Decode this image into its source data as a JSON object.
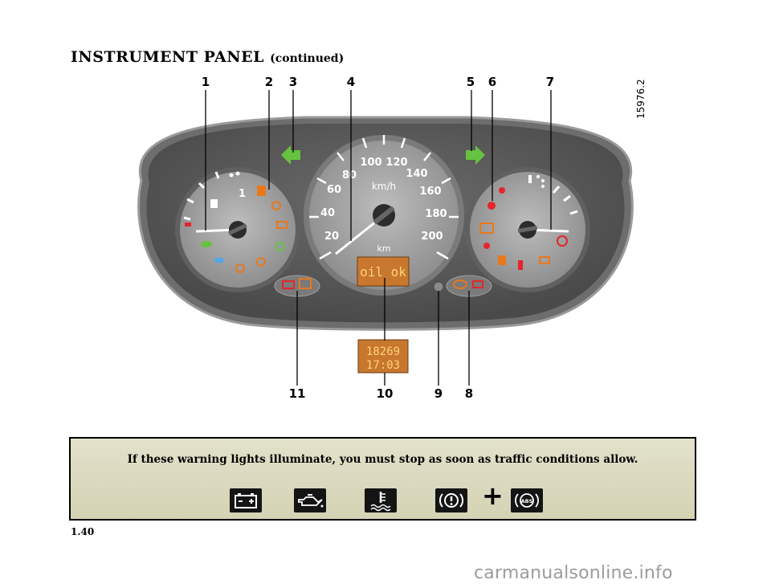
{
  "heading": {
    "title": "INSTRUMENT PANEL",
    "suffix": "(continued)"
  },
  "figure": {
    "code": "15976.2",
    "callouts_top": [
      "1",
      "2",
      "3",
      "4",
      "5",
      "6",
      "7"
    ],
    "callouts_bottom": [
      "11",
      "10",
      "9",
      "8"
    ],
    "speedometer": {
      "unit_top": "km/h",
      "unit_bottom": "km",
      "ticks": [
        "20",
        "40",
        "60",
        "80",
        "100",
        "120",
        "140",
        "160",
        "180",
        "200"
      ]
    },
    "display_main": "oil ok",
    "display_odometer": "18269",
    "display_clock": "17:03",
    "fuel_gauge_label": "1",
    "temp_gauge_label": "...",
    "colors": {
      "panel": "#5b5b5b",
      "dial": "#a6a6a6",
      "warning_orange": "#e8781c",
      "warning_red": "#e3262b",
      "arrow_green": "#66c241",
      "lcd": "#c8772e",
      "lcd_text": "#ffd27a"
    }
  },
  "warning_box": {
    "message": "If these warning lights illuminate, you must stop as soon as traffic conditions allow.",
    "icons": [
      "battery-icon",
      "oil-pressure-icon",
      "coolant-temperature-icon",
      "brake-warning-icon",
      "abs-icon"
    ],
    "plus_sign": "+",
    "abs_text": "ABS"
  },
  "page_number": "1.40",
  "watermark": "carmanualsonline.info"
}
